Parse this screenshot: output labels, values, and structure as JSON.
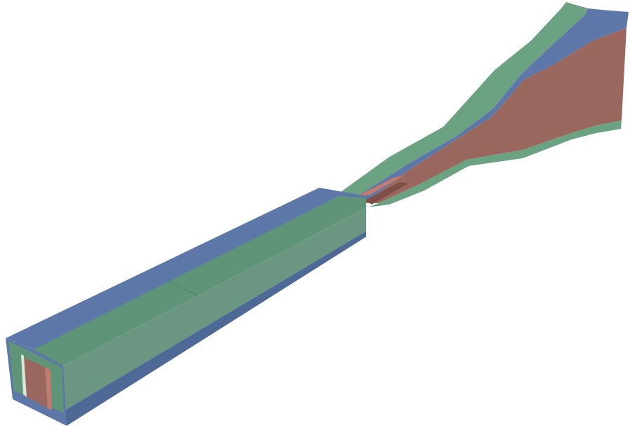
{
  "colors": {
    "background": "#ffffff",
    "blue_face": "#5d78a8",
    "blue_dark": "#4f6996",
    "green_face": "#5f9479",
    "green_light": "#6aa282",
    "green_side": "#6b9782",
    "red_face": "#9a675e",
    "red_dark": "#7e4f47",
    "red_light": "#c07c70",
    "edge": "#4d6b5e"
  },
  "parts": [
    "rectangular-tube",
    "tapered-horn",
    "inner-conductor"
  ]
}
